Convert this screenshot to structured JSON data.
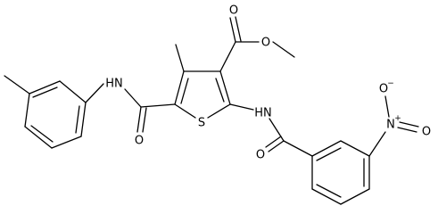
{
  "molecule": {
    "atoms": {
      "O_ester_carbonyl": "O",
      "O_ester": "O",
      "N_amide_left": "HN",
      "O_amide_left": "O",
      "S_ring": "S",
      "N_amide_right": "HN",
      "O_amide_right": "O",
      "N_nitro": "N",
      "N_nitro_charge": "+",
      "O_nitro_top": "O",
      "O_nitro_top_charge": "−",
      "O_nitro_right": "O"
    }
  }
}
